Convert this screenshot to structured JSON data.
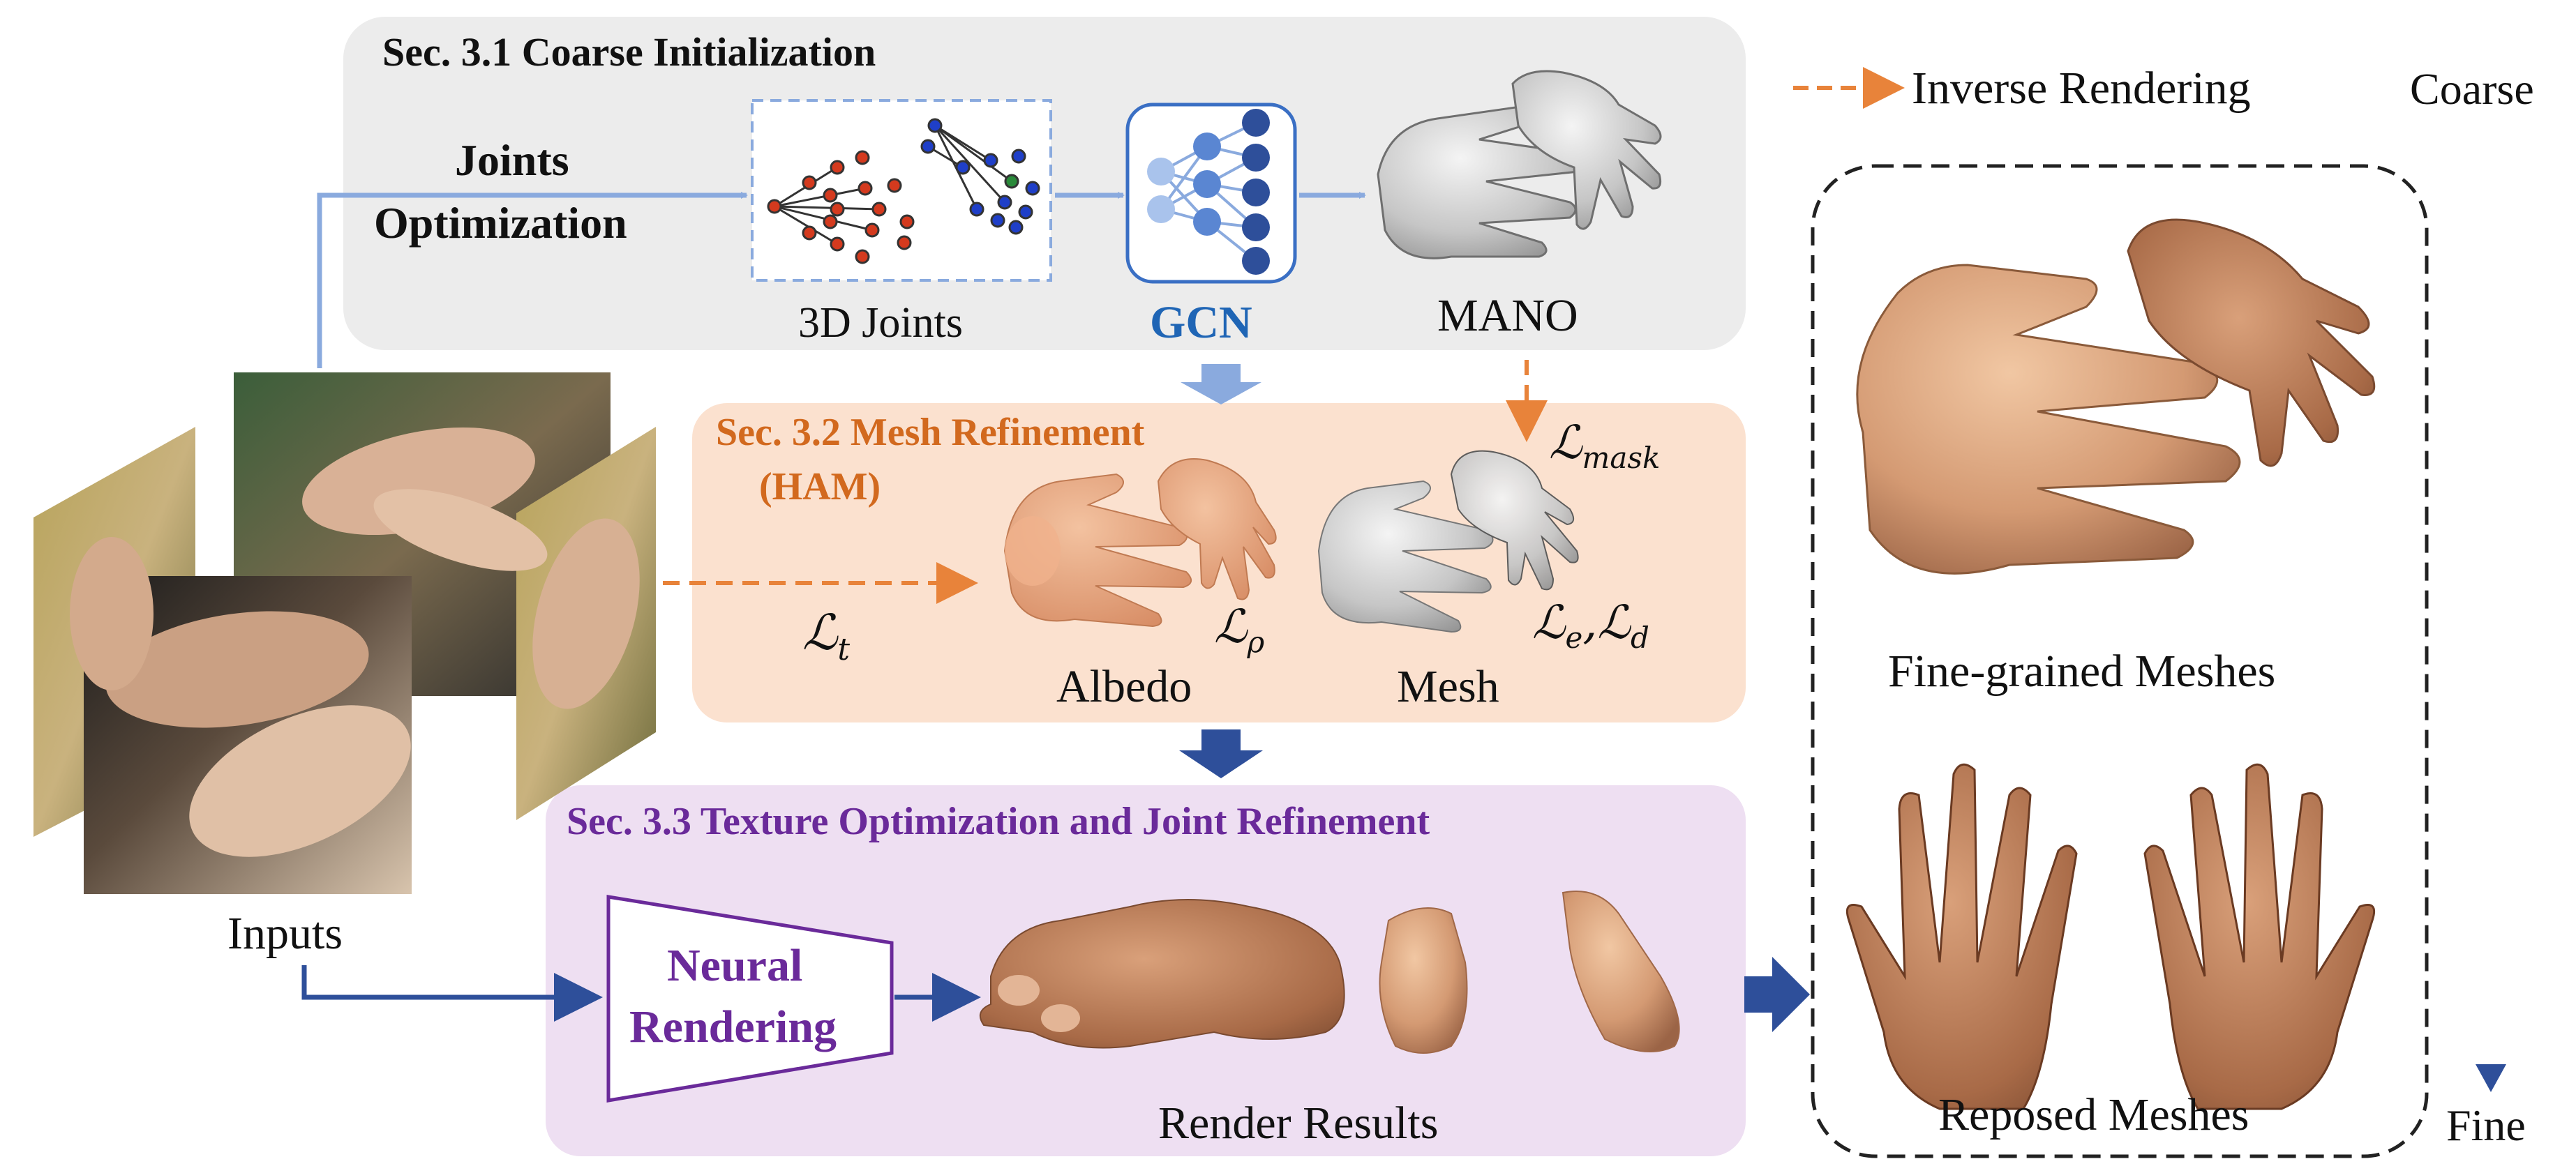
{
  "legend": {
    "inverse_rendering": "Inverse Rendering"
  },
  "scale": {
    "coarse": "Coarse",
    "fine": "Fine"
  },
  "inputs": {
    "label": "Inputs"
  },
  "coarse_init": {
    "title": "Sec. 3.1 Coarse Initialization",
    "joints_optimization": [
      "Joints",
      "Optimization"
    ],
    "joints_label": "3D Joints",
    "gcn_label": "GCN",
    "mano_label": "MANO"
  },
  "mesh_refinement": {
    "title": "Sec. 3.2 Mesh Refinement",
    "subtitle": "(HAM)",
    "loss_mask": "ℒ",
    "loss_mask_sub": "mask",
    "loss_t": "ℒ",
    "loss_t_sub": "t",
    "loss_rho": "ℒ",
    "loss_rho_sub": "ρ",
    "loss_e": "ℒ",
    "loss_e_sub": "e",
    "loss_d": "ℒ",
    "loss_d_sub": "d",
    "albedo_label": "Albedo",
    "mesh_label": "Mesh"
  },
  "texture_opt": {
    "title": "Sec. 3.3 Texture Optimization and Joint Refinement",
    "neural_rendering": [
      "Neural",
      "Rendering"
    ],
    "render_results": "Render Results"
  },
  "outputs": {
    "fine_grained": "Fine-grained Meshes",
    "reposed": "Reposed Meshes"
  },
  "colors": {
    "coarse_panel": "#ececec",
    "mesh_panel": "#fbe1cf",
    "texture_panel": "#eedff2",
    "light_blue_arrow": "#8aaade",
    "dark_blue_arrow": "#2e4f9a",
    "orange_arrow": "#e8833a",
    "gcn_blue": "#1f65b5",
    "mesh_title": "#d2691e",
    "texture_title": "#6a2a9a"
  }
}
